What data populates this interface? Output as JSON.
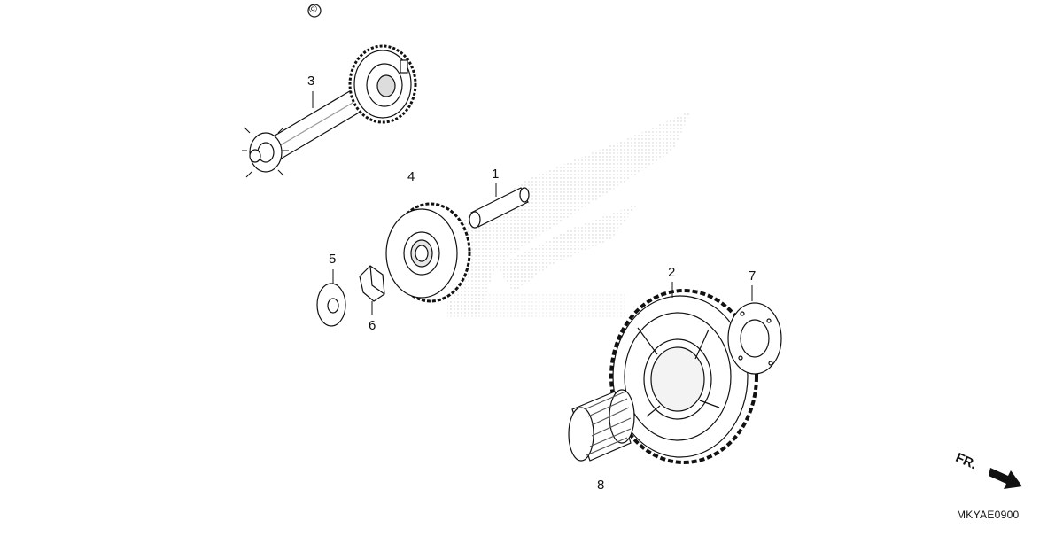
{
  "diagram": {
    "parts": [
      {
        "number": "1",
        "name": "pin"
      },
      {
        "number": "2",
        "name": "gear"
      },
      {
        "number": "3",
        "name": "shaft"
      },
      {
        "number": "4",
        "name": "gear"
      },
      {
        "number": "5",
        "name": "washer"
      },
      {
        "number": "6",
        "name": "pin"
      },
      {
        "number": "7",
        "name": "plate"
      },
      {
        "number": "8",
        "name": "bearing"
      }
    ],
    "copyright_symbol": "©",
    "direction_label": "FR.",
    "drawing_code": "MKYAE0900"
  }
}
